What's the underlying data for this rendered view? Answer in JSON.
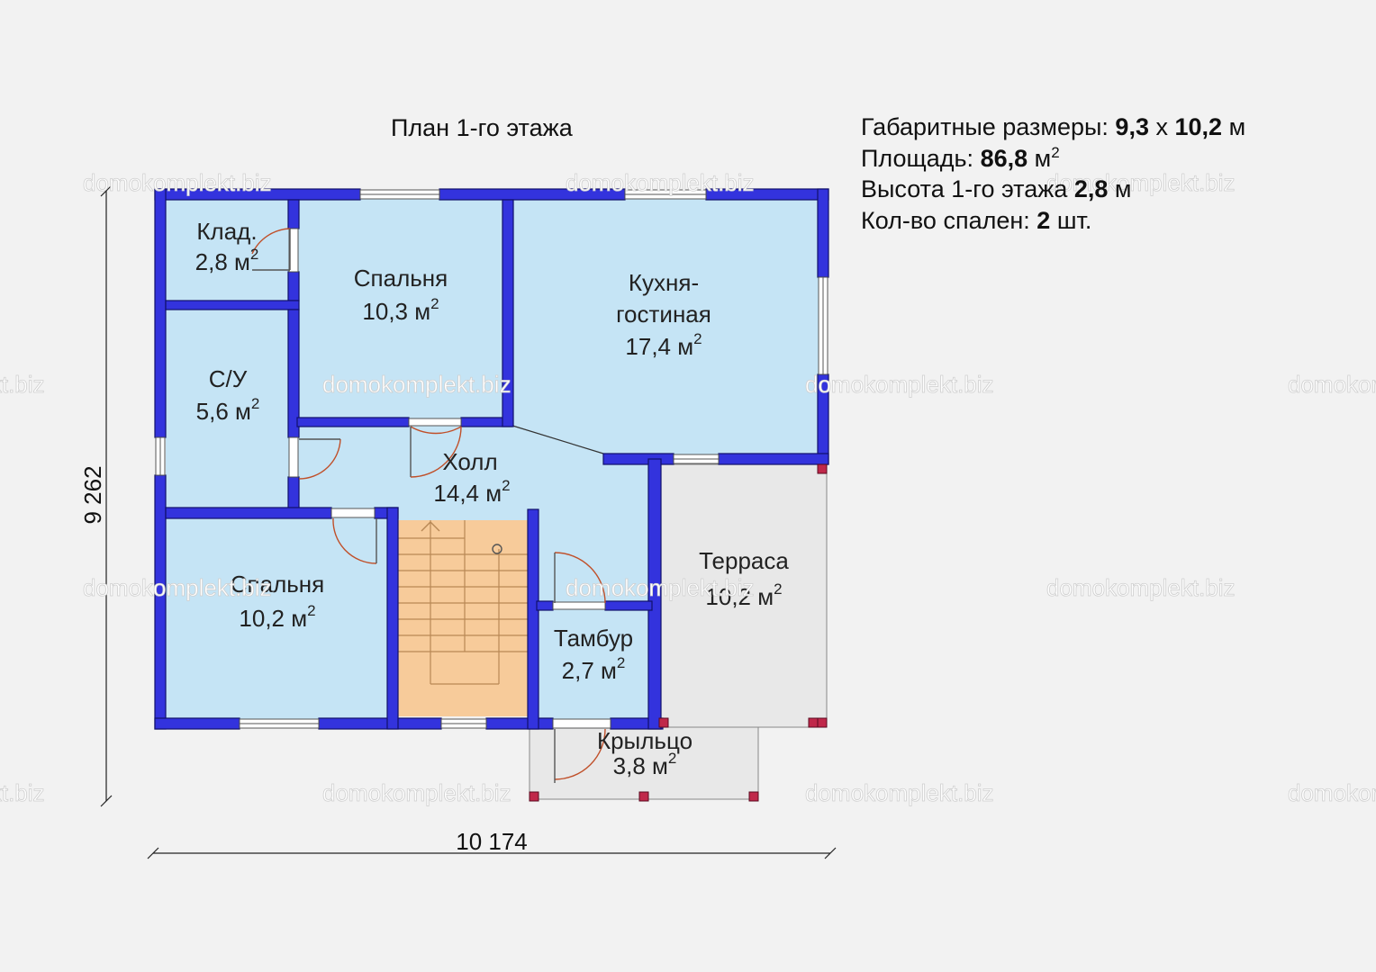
{
  "plan_title": "План 1-го этажа",
  "info": {
    "dimensions_label": "Габаритные размеры:",
    "dimensions_value": "9,3",
    "dimensions_sep": "х",
    "dimensions_value2": "10,2",
    "dimensions_unit": "м",
    "area_label": "Площадь:",
    "area_value": "86,8",
    "area_unit": "м",
    "area_exp": "2",
    "height_label": "Высота 1-го этажа",
    "height_value": "2,8",
    "height_unit": "м",
    "bedrooms_label": "Кол-во спален:",
    "bedrooms_value": "2",
    "bedrooms_unit": "шт."
  },
  "rooms": {
    "klad": {
      "name": "Клад.",
      "area": "2,8 м"
    },
    "bedroom1": {
      "name": "Спальня",
      "area": "10,3 м"
    },
    "kitchen": {
      "name1": "Кухня-",
      "name2": "гостиная",
      "area": "17,4 м"
    },
    "bathroom": {
      "name": "С/У",
      "area": "5,6 м"
    },
    "hall": {
      "name": "Холл",
      "area": "14,4 м"
    },
    "bedroom2": {
      "name": "Спальня",
      "area": "10,2 м"
    },
    "terrace": {
      "name": "Терраса",
      "area": "10,2 м"
    },
    "tambur": {
      "name": "Тамбур",
      "area": "2,7 м"
    },
    "porch": {
      "name": "Крыльцо",
      "area": "3,8 м"
    },
    "exp": "2"
  },
  "dimensions": {
    "height": "9 262",
    "width": "10 174"
  },
  "watermark": "domokomplekt.biz",
  "colors": {
    "wall": "#3333dd",
    "room": "#c5e4f5",
    "terrace": "#e8e8e8",
    "stairs": "#f7cb9a",
    "door_arc": "#c0502a",
    "post": "#b0204a",
    "background": "#f2f2f2"
  }
}
